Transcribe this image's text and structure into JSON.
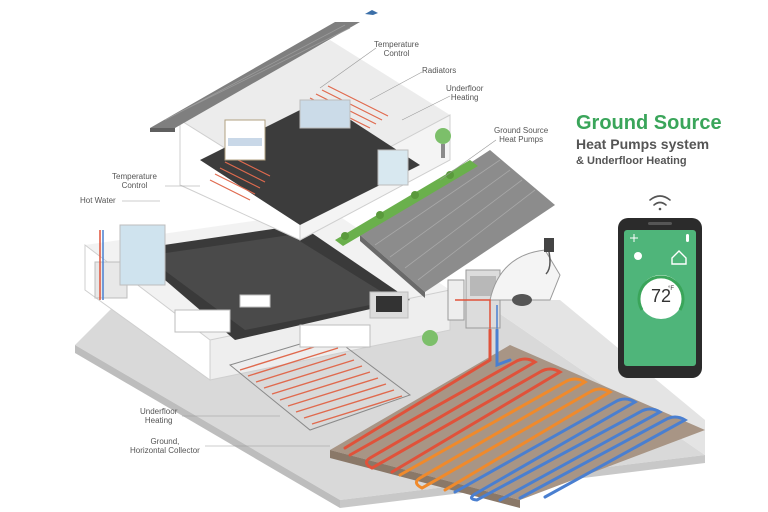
{
  "title": {
    "line1": "Ground Source",
    "line2": "Heat Pumps system",
    "line3": "& Underfloor Heating"
  },
  "labels": {
    "temperature_control_top": "Temperature\nControl",
    "radiators": "Radiators",
    "underfloor_heating_top": "Underfloor\nHeating",
    "ground_source_heat_pumps": "Ground Source\nHeat Pumps",
    "temperature_control_left": "Temperature\nControl",
    "hot_water": "Hot Water",
    "underfloor_heating_bottom": "Underfloor\nHeating",
    "ground_collector": "Ground,\nHorizontal Collector"
  },
  "phone": {
    "temperature": "72",
    "unit": "°F"
  },
  "colors": {
    "accent_green": "#3aa55a",
    "phone_screen": "#4fb57a",
    "pipe_red": "#e0523a",
    "pipe_orange": "#f08a2b",
    "pipe_blue": "#4a7fd0"
  },
  "icons": [
    "bird-icon",
    "wifi-icon",
    "snowflake-icon",
    "sun-icon",
    "house-icon",
    "thermometer-icon"
  ]
}
